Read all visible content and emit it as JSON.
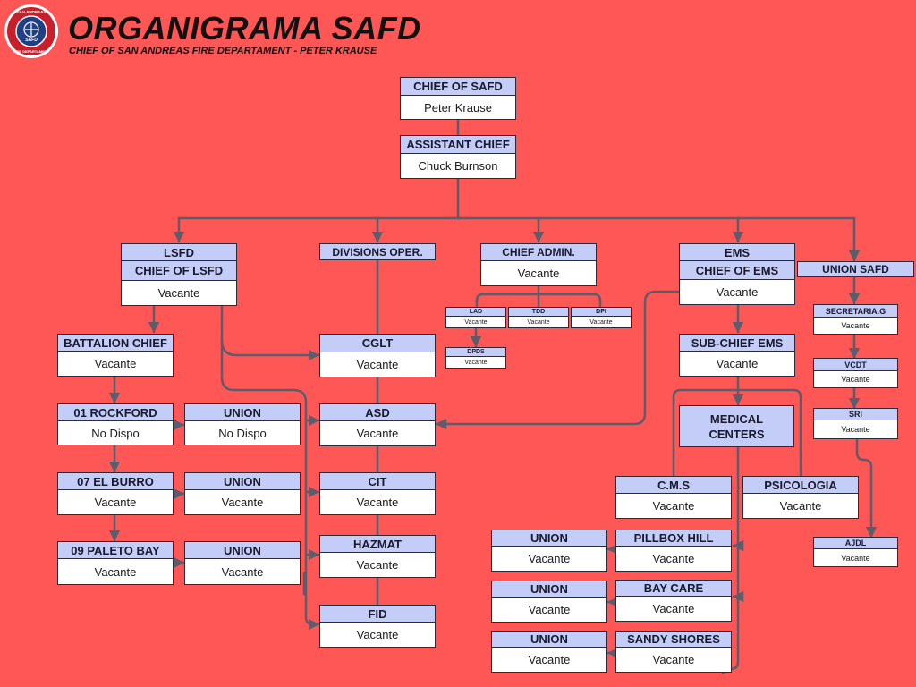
{
  "header": {
    "title": "ORGANIGRAMA SAFD",
    "subtitle": "CHIEF OF SAN ANDREAS FIRE DEPARTAMENT - PETER KRAUSE",
    "logo": {
      "top_text": "SAN ANDREAS",
      "center_text": "SAFD",
      "bottom_text": "FIRE DEPARTAMENT"
    }
  },
  "colors": {
    "background": "#ff5656",
    "header_fill": "#c3cdf8",
    "body_fill": "#ffffff",
    "connector": "#5c5c6a"
  },
  "nodes": {
    "chief": {
      "role": "CHIEF OF SAFD",
      "name": "Peter Krause"
    },
    "assistant": {
      "role": "ASSISTANT CHIEF",
      "name": "Chuck Burnson"
    },
    "lsfd": {
      "group": "LSFD",
      "role": "CHIEF OF LSFD",
      "name": "Vacante"
    },
    "divisions": {
      "role": "DIVISIONS OPER."
    },
    "chief_admin": {
      "role": "CHIEF ADMIN.",
      "name": "Vacante"
    },
    "ems": {
      "group": "EMS",
      "role": "CHIEF OF EMS",
      "name": "Vacante"
    },
    "union_safd": {
      "role": "UNION SAFD"
    },
    "lad": {
      "role": "LAD",
      "name": "Vacante"
    },
    "tdd": {
      "role": "TDD",
      "name": "Vacante"
    },
    "dpi": {
      "role": "DPI",
      "name": "Vacante"
    },
    "dpds": {
      "role": "DPDS",
      "name": "Vacante"
    },
    "battalion": {
      "role": "BATTALION CHIEF",
      "name": "Vacante"
    },
    "rockford": {
      "role": "01 ROCKFORD",
      "name": "No Dispo"
    },
    "union_rockford": {
      "role": "UNION",
      "name": "No Dispo"
    },
    "elburro": {
      "role": "07 EL BURRO",
      "name": "Vacante"
    },
    "union_elburro": {
      "role": "UNION",
      "name": "Vacante"
    },
    "paleto": {
      "role": "09 PALETO BAY",
      "name": "Vacante"
    },
    "union_paleto": {
      "role": "UNION",
      "name": "Vacante"
    },
    "cglt": {
      "role": "CGLT",
      "name": "Vacante"
    },
    "asd": {
      "role": "ASD",
      "name": "Vacante"
    },
    "cit": {
      "role": "CIT",
      "name": "Vacante"
    },
    "hazmat": {
      "role": "HAZMAT",
      "name": "Vacante"
    },
    "fid": {
      "role": "FID",
      "name": "Vacante"
    },
    "subchief_ems": {
      "role": "SUB-CHIEF EMS",
      "name": "Vacante"
    },
    "medical_centers": {
      "role": "MEDICAL CENTERS"
    },
    "cms": {
      "role": "C.M.S",
      "name": "Vacante"
    },
    "psicologia": {
      "role": "PSICOLOGIA",
      "name": "Vacante"
    },
    "pillbox": {
      "role": "PILLBOX HILL",
      "name": "Vacante"
    },
    "union_pillbox": {
      "role": "UNION",
      "name": "Vacante"
    },
    "baycare": {
      "role": "BAY CARE",
      "name": "Vacante"
    },
    "union_baycare": {
      "role": "UNION",
      "name": "Vacante"
    },
    "sandy": {
      "role": "SANDY SHORES",
      "name": "Vacante"
    },
    "union_sandy": {
      "role": "UNION",
      "name": "Vacante"
    },
    "secretaria": {
      "role": "SECRETARIA.G",
      "name": "Vacante"
    },
    "vcdt": {
      "role": "VCDT",
      "name": "Vacante"
    },
    "sri": {
      "role": "SRI",
      "name": "Vacante"
    },
    "ajdl": {
      "role": "AJDL",
      "name": "Vacante"
    }
  }
}
